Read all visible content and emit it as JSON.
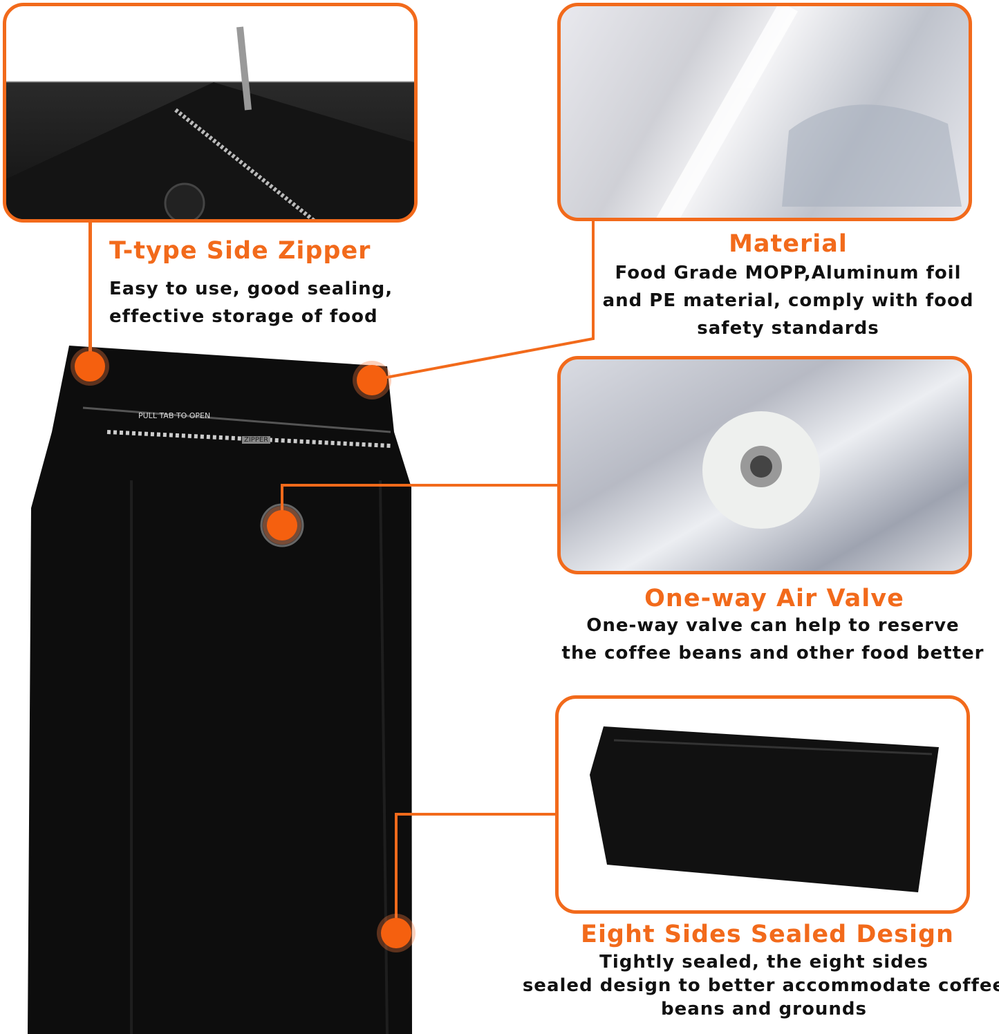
{
  "features": [
    {
      "title": "T-type Side Zipper",
      "lines": [
        "Easy to use, good sealing,",
        "effective storage of food"
      ]
    },
    {
      "title": "Material",
      "lines": [
        "Food Grade MOPP,Aluminum foil",
        "and PE material, comply with food",
        "safety standards"
      ]
    },
    {
      "title": "One-way Air Valve",
      "lines": [
        "One-way valve can help to reserve",
        "the coffee beans and other food better"
      ]
    },
    {
      "title": "Eight Sides Sealed Design",
      "lines": [
        "Tightly sealed, the eight sides",
        "sealed design to better accommodate coffee",
        "beans and grounds"
      ]
    }
  ],
  "bag_print": {
    "pull_tab": "PULL TAB TO OPEN",
    "zipper": "ZIPPER"
  },
  "colors": {
    "accent": "#f26a1b",
    "bag": "#0d0d0d"
  }
}
